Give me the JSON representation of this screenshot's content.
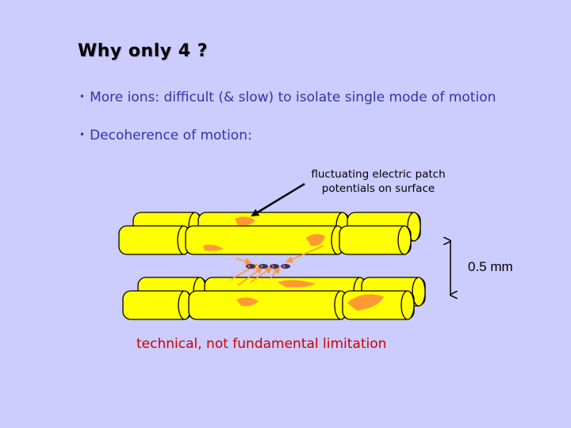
{
  "slide": {
    "title": "Why only 4 ?",
    "bullets": [
      "More ions: difficult (& slow) to isolate single mode of motion",
      "Decoherence of motion:"
    ],
    "bullet_glyph": "•"
  },
  "diagram": {
    "annotation": "fluctuating electric patch potentials on surface",
    "dimension_label": "0.5 mm",
    "colors": {
      "rod": "#ffff00",
      "rod_outline": "#000000",
      "patch": "#ff9933",
      "ion": "#333366",
      "ion_highlight": "#cc6633",
      "background": "#ccccff"
    }
  },
  "conclusion": "technical, not fundamental limitation"
}
